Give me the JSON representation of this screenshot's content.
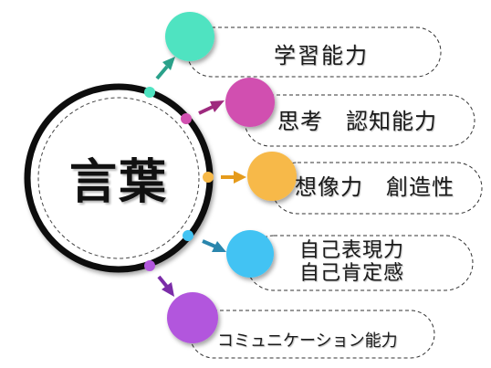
{
  "center": {
    "label": "言葉"
  },
  "branches": [
    {
      "label": "学習能力",
      "color": "#4fe3c1"
    },
    {
      "label": "思考　認知能力",
      "color": "#d150b0"
    },
    {
      "label": "想像力　創造性",
      "color": "#f7b948"
    },
    {
      "label": "自己表現力\n自己肯定感",
      "color": "#42c3f3"
    },
    {
      "label": "コミュニケーション能力",
      "color": "#b257dd"
    }
  ],
  "colors": {
    "ring": "#111111",
    "arrow_teal": "#2aa18a",
    "arrow_magenta": "#9e2a7e",
    "arrow_orange": "#e59b1c",
    "arrow_blue": "#2a86ad",
    "arrow_purple": "#7b2ca8",
    "pill_border": "#333333"
  }
}
